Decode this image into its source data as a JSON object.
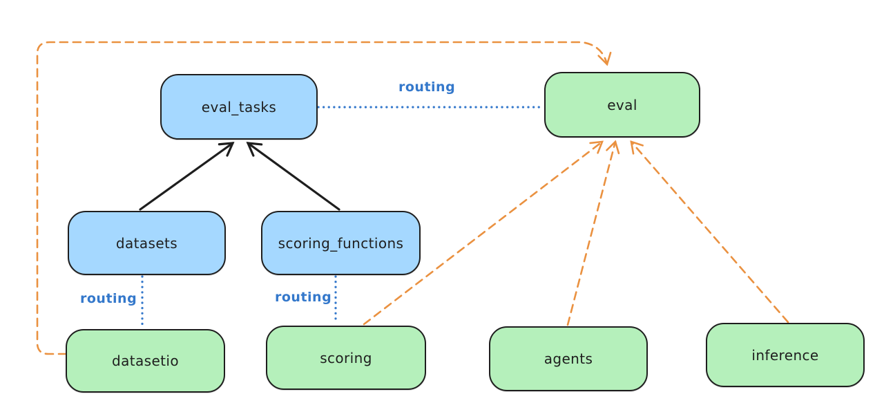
{
  "colors": {
    "background": "#ffffff",
    "blue_fill": "#a5d8ff",
    "green_fill": "#b5f0bb",
    "node_border": "#1e1e1e",
    "node_text": "#1e1e1e",
    "routing_blue": "#3478cb",
    "arrow_black": "#1e1e1e",
    "arrow_orange": "#ea9140"
  },
  "nodes": {
    "eval_tasks": {
      "label": "eval_tasks",
      "color": "blue"
    },
    "eval": {
      "label": "eval",
      "color": "green"
    },
    "datasets": {
      "label": "datasets",
      "color": "blue"
    },
    "scoring_functions": {
      "label": "scoring_functions",
      "color": "blue"
    },
    "datasetio": {
      "label": "datasetio",
      "color": "green"
    },
    "scoring": {
      "label": "scoring",
      "color": "green"
    },
    "agents": {
      "label": "agents",
      "color": "green"
    },
    "inference": {
      "label": "inference",
      "color": "green"
    }
  },
  "labels": {
    "routing_top": "routing",
    "routing_datasets": "routing",
    "routing_scoring": "routing"
  },
  "edges": [
    {
      "from": "datasets",
      "to": "eval_tasks",
      "style": "solid",
      "color": "black",
      "arrow": true,
      "label": ""
    },
    {
      "from": "scoring_functions",
      "to": "eval_tasks",
      "style": "solid",
      "color": "black",
      "arrow": true,
      "label": ""
    },
    {
      "from": "eval_tasks",
      "to": "eval",
      "style": "dotted",
      "color": "blue",
      "arrow": false,
      "label": "routing"
    },
    {
      "from": "datasets",
      "to": "datasetio",
      "style": "dotted",
      "color": "blue",
      "arrow": false,
      "label": "routing"
    },
    {
      "from": "scoring_functions",
      "to": "scoring",
      "style": "dotted",
      "color": "blue",
      "arrow": false,
      "label": "routing"
    },
    {
      "from": "datasetio",
      "to": "eval",
      "style": "dashed",
      "color": "orange",
      "arrow": true,
      "label": "",
      "route": "around-left-and-top"
    },
    {
      "from": "scoring",
      "to": "eval",
      "style": "dashed",
      "color": "orange",
      "arrow": true,
      "label": ""
    },
    {
      "from": "agents",
      "to": "eval",
      "style": "dashed",
      "color": "orange",
      "arrow": true,
      "label": ""
    },
    {
      "from": "inference",
      "to": "eval",
      "style": "dashed",
      "color": "orange",
      "arrow": true,
      "label": ""
    }
  ]
}
